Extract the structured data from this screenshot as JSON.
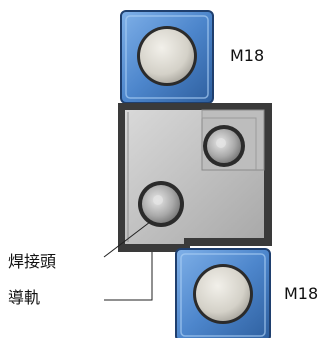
{
  "labels": {
    "top_bolt": "M18",
    "bottom_bolt": "M18",
    "weld_head": "焊接頭",
    "guide_rail": "導軌"
  },
  "colors": {
    "bolt_block_blue": "#5b8fd0",
    "bolt_block_edge": "#1f3f6e",
    "body_gray": "#c8c8c8",
    "body_frame": "#3a3a3a",
    "bolt_face": "#d6d3cc"
  }
}
